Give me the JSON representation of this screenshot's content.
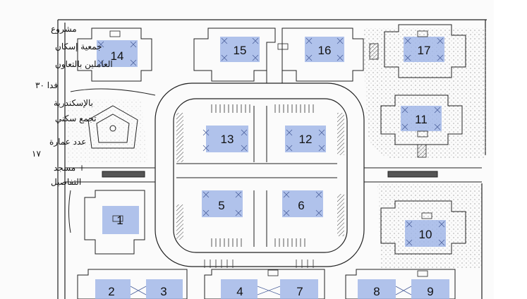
{
  "site_plan": {
    "buildings": [
      {
        "id": "14",
        "label": "14"
      },
      {
        "id": "15",
        "label": "15"
      },
      {
        "id": "16",
        "label": "16"
      },
      {
        "id": "17",
        "label": "17"
      },
      {
        "id": "13",
        "label": "13"
      },
      {
        "id": "12",
        "label": "12"
      },
      {
        "id": "11",
        "label": "11"
      },
      {
        "id": "5",
        "label": "5"
      },
      {
        "id": "6",
        "label": "6"
      },
      {
        "id": "1",
        "label": "1"
      },
      {
        "id": "10",
        "label": "10"
      },
      {
        "id": "2",
        "label": "2"
      },
      {
        "id": "3",
        "label": "3"
      },
      {
        "id": "4",
        "label": "4"
      },
      {
        "id": "7",
        "label": "7"
      },
      {
        "id": "8",
        "label": "8"
      },
      {
        "id": "9",
        "label": "9"
      }
    ],
    "handwritten_notes": [
      "مشروع",
      "جمعية إسكان",
      "العاملين بالتعاون",
      "فدا ٣٠",
      "بالإسكندرية",
      "تجمع سكني",
      "عدد عمارة",
      "١٧",
      "+ مسجد",
      "التفاصيل"
    ],
    "colors": {
      "line": "#222222",
      "highlight": "#9fb4e6",
      "background": "#fbfbfb"
    }
  }
}
